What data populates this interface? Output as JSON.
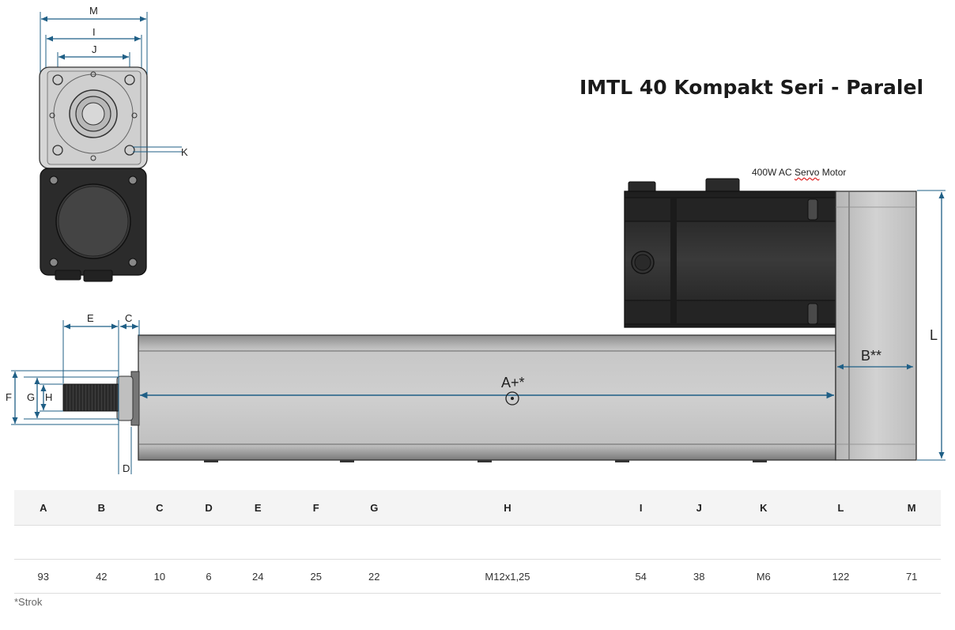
{
  "title": "IMTL 40 Kompakt Seri - Paralel",
  "motor_label_prefix": "400W AC ",
  "motor_label_underlined": "Servo",
  "motor_label_suffix": " Motor",
  "dimension_labels": {
    "M": "M",
    "I": "I",
    "J": "J",
    "K": "K",
    "E": "E",
    "C": "C",
    "D": "D",
    "F": "F",
    "G": "G",
    "H": "H",
    "A": "A+*",
    "B": "B**",
    "L": "L"
  },
  "table": {
    "headers": [
      "A",
      "B",
      "C",
      "D",
      "E",
      "F",
      "G",
      "H",
      "I",
      "J",
      "K",
      "L",
      "M"
    ],
    "values": [
      "93",
      "42",
      "10",
      "6",
      "24",
      "25",
      "22",
      "M12x1,25",
      "54",
      "38",
      "M6",
      "122",
      "71"
    ]
  },
  "footnote": "*Strok",
  "colors": {
    "dimension_line": "#1f5f86",
    "body_fill": "#c9c9c9",
    "motor_fill": "#2f2f2f"
  }
}
